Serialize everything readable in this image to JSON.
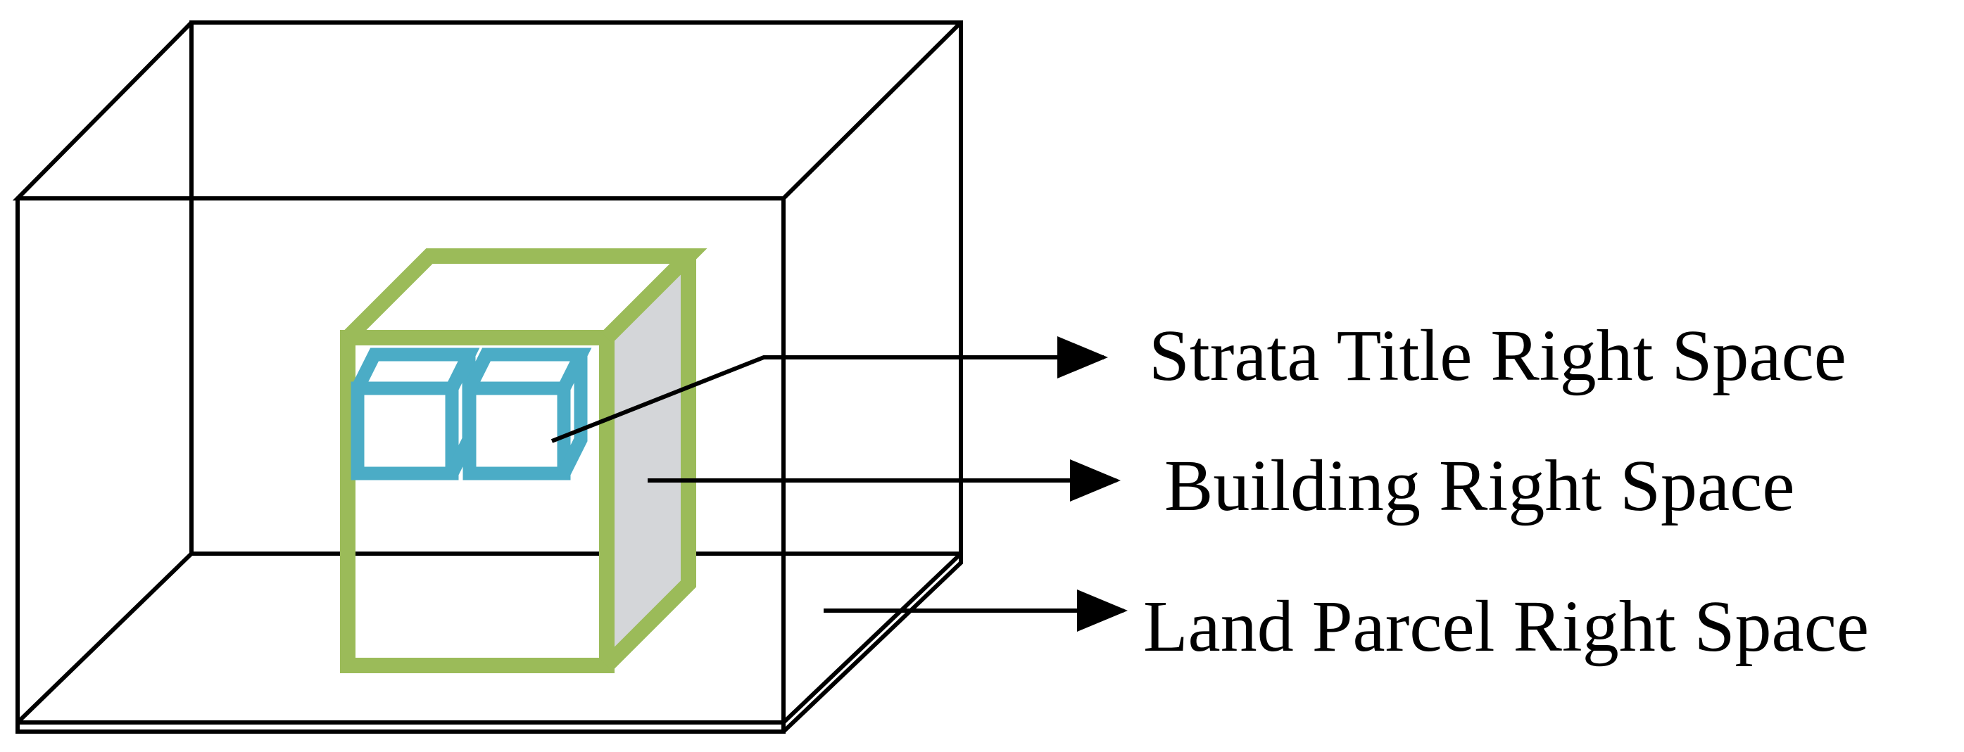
{
  "labels": {
    "strata": "Strata Title Right Space",
    "building": "Building Right Space",
    "land": "Land Parcel Right Space"
  },
  "colors": {
    "outline": "#000000",
    "building": "#9BBB59",
    "strata": "#4BACC6",
    "side_face": "#D4D6D9",
    "background": "#FFFFFF"
  }
}
